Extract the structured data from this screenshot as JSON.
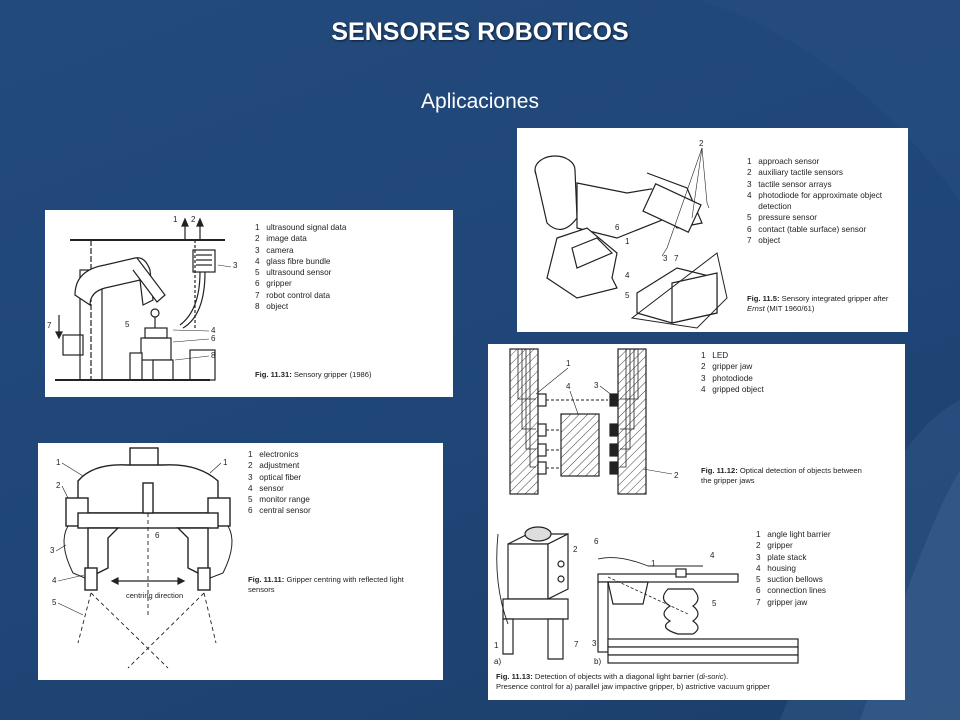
{
  "slide": {
    "title": "SENSORES ROBOTICOS",
    "subtitle": "Aplicaciones"
  },
  "fig_11_31": {
    "legend": [
      "ultrasound signal data",
      "image data",
      "camera",
      "glass fibre bundle",
      "ultrasound sensor",
      "gripper",
      "robot control data",
      "object"
    ],
    "caption_label": "Fig. 11.31:",
    "caption_text": "Sensory gripper (1986)"
  },
  "fig_11_5": {
    "legend": [
      "approach sensor",
      "auxiliary tactile sensors",
      "tactile sensor arrays",
      "photodiode for approximate object",
      "detection",
      "pressure sensor",
      "contact (table surface) sensor",
      "object"
    ],
    "caption_label": "Fig. 11.5:",
    "caption_line1": "Sensory integrated gripper after",
    "caption_line2_em": "Ernst",
    "caption_line2": "(MIT 1960/61)"
  },
  "fig_11_11": {
    "legend": [
      "electronics",
      "adjustment",
      "optical fiber",
      "sensor",
      "monitor range",
      "central sensor"
    ],
    "caption_label": "Fig. 11.11:",
    "caption_line1": "Gripper centring with reflected light",
    "caption_line2": "sensors",
    "direction_label": "centring direction"
  },
  "fig_11_12": {
    "legend": [
      "LED",
      "gripper jaw",
      "photodiode",
      "gripped object"
    ],
    "caption_label": "Fig. 11.12:",
    "caption_line1": "Optical detection of objects between",
    "caption_line2": "the gripper jaws"
  },
  "fig_11_13": {
    "legend": [
      "angle light barrier",
      "gripper",
      "plate stack",
      "housing",
      "suction bellows",
      "connection lines",
      "gripper jaw"
    ],
    "caption_label": "Fig. 11.13:",
    "caption_line1": "Detection of objects with a diagonal light barrier (",
    "caption_em": "di-soric",
    "caption_line1_end": ").",
    "caption_line2": "Presence control for a) parallel jaw impactive gripper, b) astrictive vacuum gripper",
    "sub_a": "a)",
    "sub_b": "b)"
  },
  "colors": {
    "background": "#1f4677",
    "text": "#ffffff"
  }
}
